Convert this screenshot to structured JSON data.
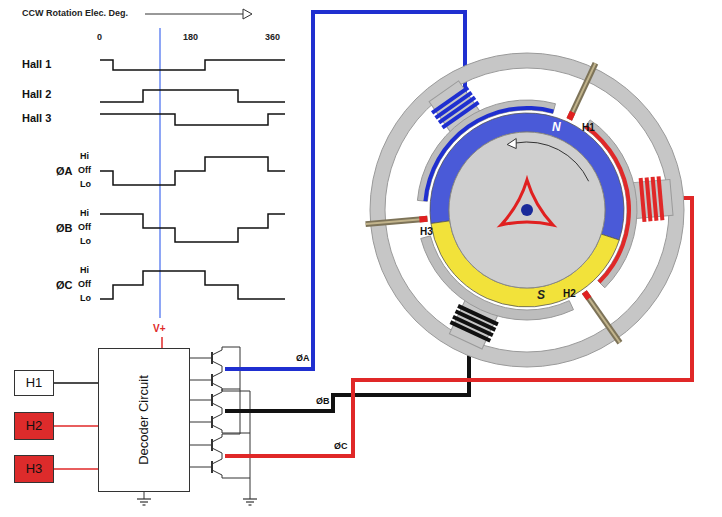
{
  "diagram": {
    "nodes": [
      {
        "text": [
          "H1"
        ]
      },
      {
        "text": [
          "H2"
        ]
      },
      {
        "text": [
          "H3"
        ]
      },
      {
        "text": [
          "Decoder Circuit"
        ]
      }
    ],
    "edges": [
      {
        "from": 0,
        "to": 3,
        "arrow": "none"
      },
      {
        "from": 1,
        "to": 3,
        "arrow": "none"
      },
      {
        "from": 2,
        "to": 3,
        "arrow": "none"
      }
    ],
    "labels": [
      "CCW Rotation Elec. Deg.",
      "0",
      "180",
      "360",
      "Hall 1",
      "Hall 2",
      "Hall 3",
      "ØA",
      "Hi",
      "Off",
      "Lo",
      "ØB",
      "Hi",
      "Off",
      "Lo",
      "ØC",
      "Hi",
      "Off",
      "Lo",
      "V+",
      "ØA",
      "ØB",
      "ØC",
      "N",
      "S",
      "H1",
      "H3",
      "H2"
    ]
  }
}
